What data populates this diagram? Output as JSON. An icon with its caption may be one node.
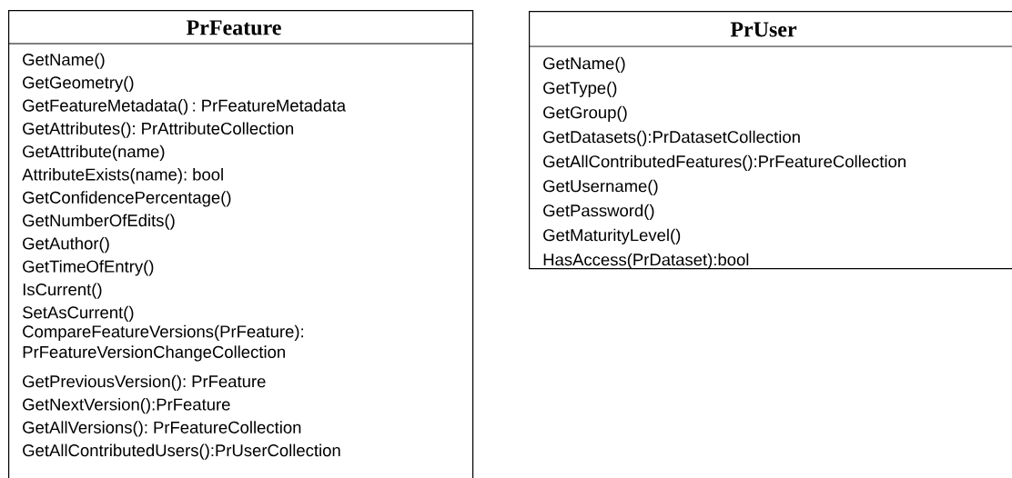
{
  "diagram": {
    "nodes": [
      {
        "text": [
          "PrFeature",
          "GetName()",
          "GetGeometry()",
          "GetFeatureMetadata() : PrFeatureMetadata",
          "GetAttributes(): PrAttributeCollection",
          "GetAttribute(name)",
          "AttributeExists(name): bool",
          "GetConfidencePercentage()",
          "GetNumberOfEdits()",
          "GetAuthor()",
          "GetTimeOfEntry()",
          "IsCurrent()",
          "SetAsCurrent()",
          "CompareFeatureVersions(PrFeature): PrFeatureVersionChangeCollection",
          "GetPreviousVersion(): PrFeature",
          "GetNextVersion():PrFeature",
          "GetAllVersions(): PrFeatureCollection",
          "GetAllContributedUsers():PrUserCollection"
        ]
      },
      {
        "text": [
          "PrUser",
          "GetName()",
          "GetType()",
          "GetGroup()",
          "GetDatasets():PrDatasetCollection",
          "GetAllContributedFeatures():PrFeatureCollection",
          "GetUsername()",
          "GetPassword()",
          "GetMaturityLevel()",
          "HasAccess(PrDataset):bool"
        ]
      }
    ]
  }
}
